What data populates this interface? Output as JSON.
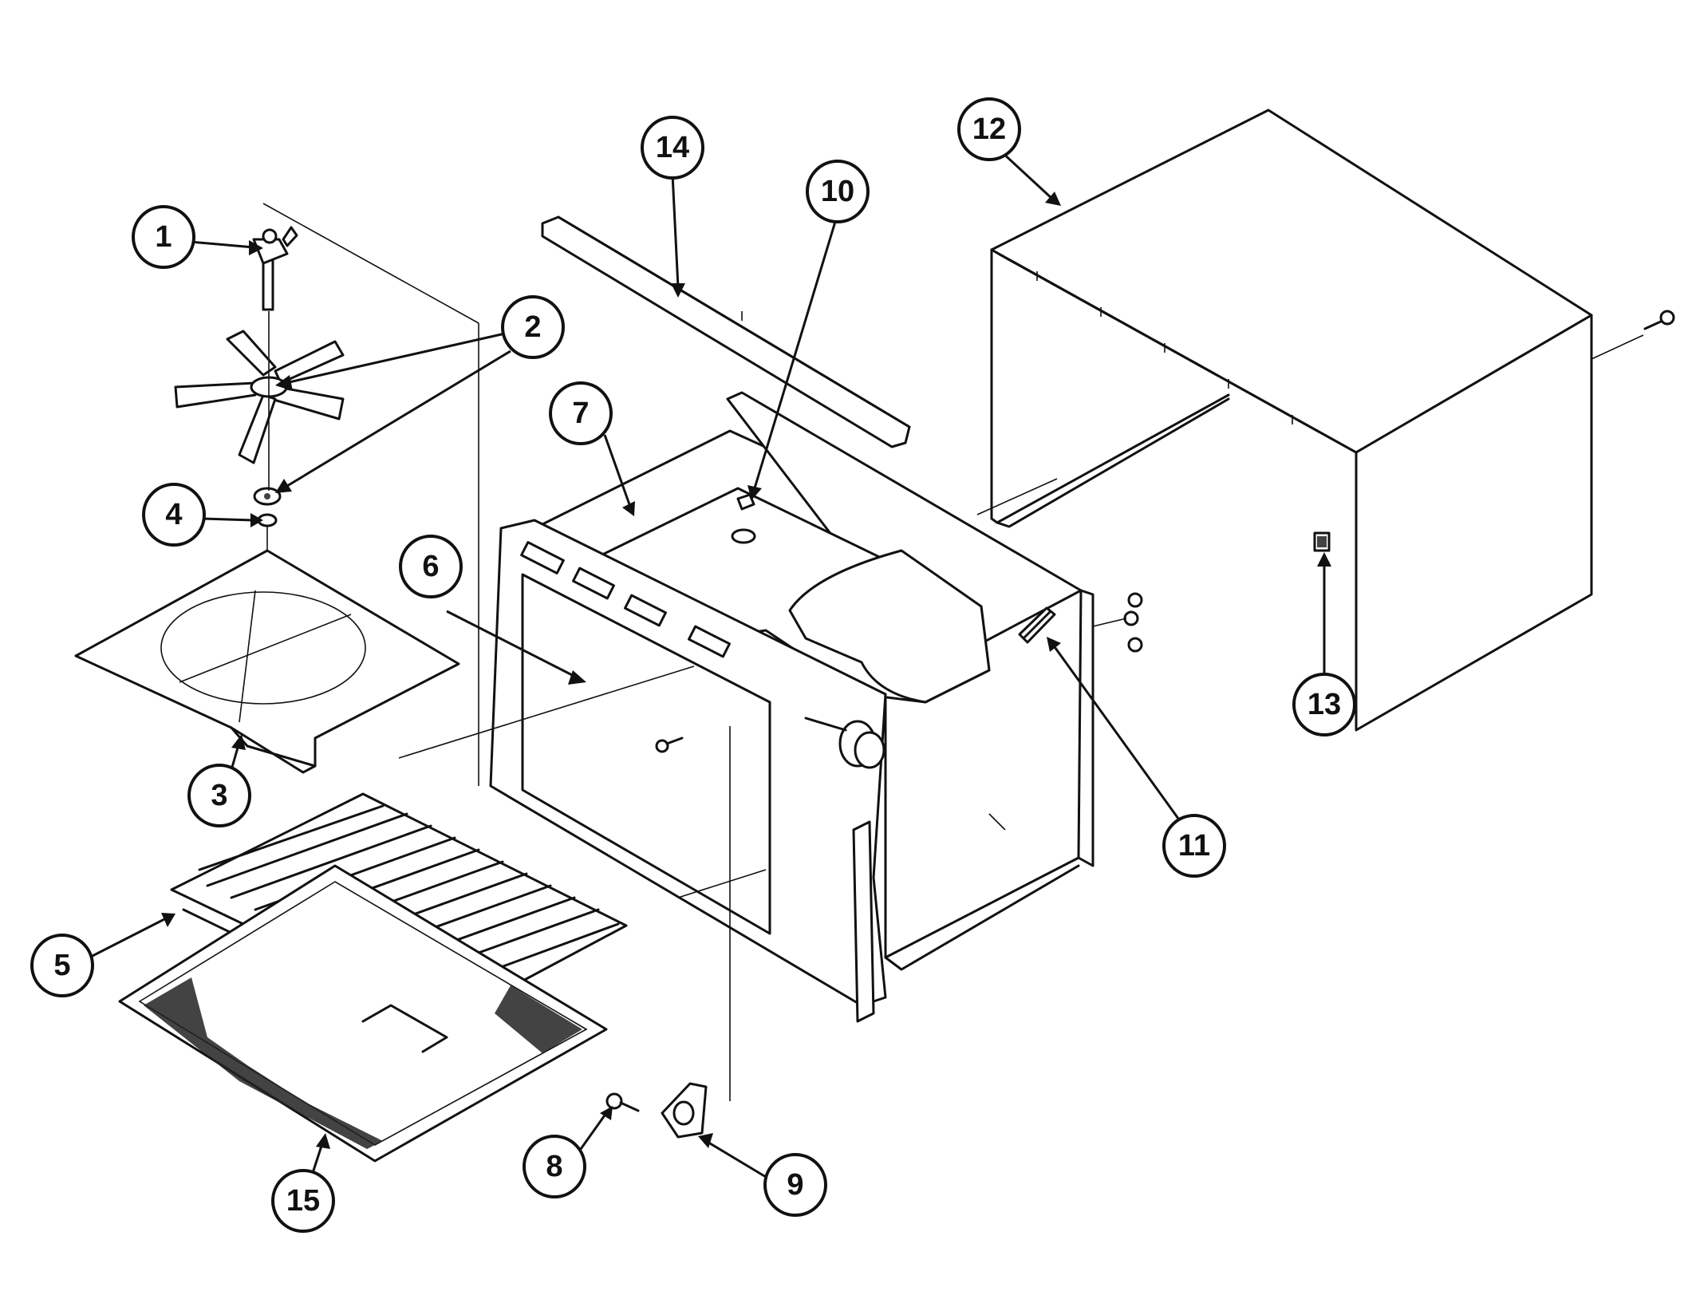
{
  "callouts": [
    {
      "id": "1",
      "part": "fan-shaft-assembly"
    },
    {
      "id": "2",
      "part": "fan-blade"
    },
    {
      "id": "3",
      "part": "fan-baffle"
    },
    {
      "id": "4",
      "part": "washer"
    },
    {
      "id": "5",
      "part": "oven-rack"
    },
    {
      "id": "6",
      "part": "clip"
    },
    {
      "id": "7",
      "part": "oven-cavity"
    },
    {
      "id": "8",
      "part": "screw"
    },
    {
      "id": "9",
      "part": "bracket"
    },
    {
      "id": "10",
      "part": "nut"
    },
    {
      "id": "11",
      "part": "hinge-receptacle"
    },
    {
      "id": "12",
      "part": "outer-wrapper"
    },
    {
      "id": "13",
      "part": "plug"
    },
    {
      "id": "14",
      "part": "top-channel"
    },
    {
      "id": "15",
      "part": "broiler-pan"
    }
  ],
  "colors": {
    "ink": "#111111",
    "paper": "#ffffff"
  }
}
